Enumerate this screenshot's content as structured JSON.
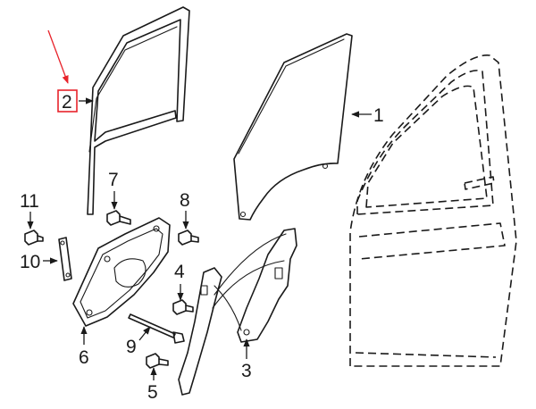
{
  "diagram": {
    "callouts": [
      {
        "id": "1",
        "label": "1"
      },
      {
        "id": "2",
        "label": "2"
      },
      {
        "id": "3",
        "label": "3"
      },
      {
        "id": "4",
        "label": "4"
      },
      {
        "id": "5",
        "label": "5"
      },
      {
        "id": "6",
        "label": "6"
      },
      {
        "id": "7",
        "label": "7"
      },
      {
        "id": "8",
        "label": "8"
      },
      {
        "id": "9",
        "label": "9"
      },
      {
        "id": "10",
        "label": "10"
      },
      {
        "id": "11",
        "label": "11"
      }
    ],
    "highlighted_callout": "2",
    "colors": {
      "line": "#1a1a1a",
      "highlight": "#e8232b",
      "background": "#ffffff"
    }
  }
}
